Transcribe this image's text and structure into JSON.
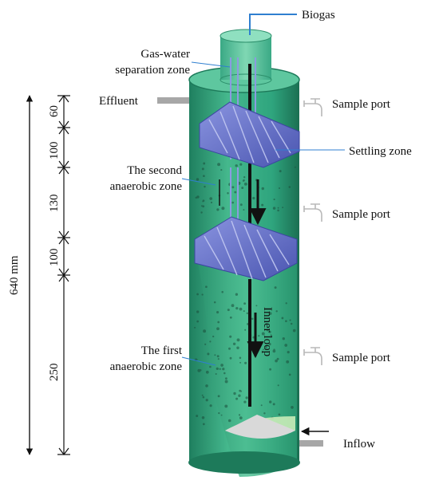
{
  "colors": {
    "reactor_body": "#2fa57e",
    "reactor_light": "#59c49b",
    "reactor_dark": "#1d7a5a",
    "settler": "#6470c8",
    "settler_dark": "#3c46a0",
    "bed": "#cfe6c2",
    "leader": "#2f7fd0",
    "pipe": "#a7a7a7"
  },
  "labels": {
    "biogas": "Biogas",
    "gas_water_1": "Gas-water",
    "gas_water_2": "separation zone",
    "effluent": "Effluent",
    "sample_port_1": "Sample port",
    "settling_zone": "Settling zone",
    "second_zone_1": "The second",
    "second_zone_2": "anaerobic zone",
    "sample_port_2": "Sample port",
    "inner_loop": "Inner loop",
    "first_zone_1": "The first",
    "first_zone_2": "anaerobic zone",
    "sample_port_3": "Sample port",
    "inflow": "Inflow"
  },
  "dimensions": {
    "total": "640 mm",
    "segments": [
      "60",
      "100",
      "130",
      "100",
      "250"
    ]
  },
  "icons": {
    "sample_port": "faucet-icon",
    "arrows": "arrow-icon"
  }
}
